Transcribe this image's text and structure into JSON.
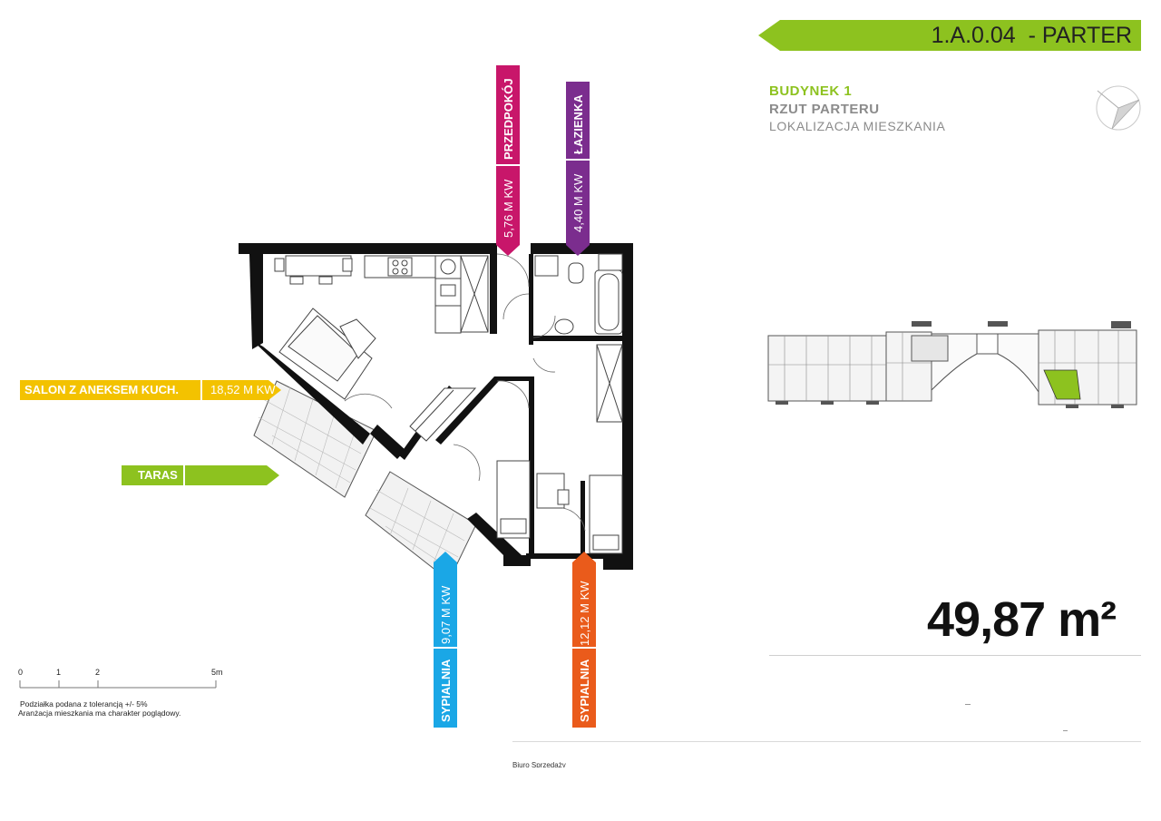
{
  "header": {
    "unit_code": "1.A.0.04",
    "floor_label": "- PARTER",
    "accent_color": "#8dc21f"
  },
  "building": {
    "title": "BUDYNEK 1",
    "subtitle": "RZUT PARTERU",
    "location": "LOKALIZACJA MIESZKANIA"
  },
  "compass_icon": "compass-north-arrow-icon",
  "total_area": {
    "value": "49,87",
    "unit": "m²"
  },
  "rooms": {
    "salon": {
      "label": "SALON Z ANEKSEM KUCH.",
      "area": "18,52 M KW",
      "color": "#f3c200"
    },
    "taras": {
      "label": "TARAS",
      "color": "#8dc21f"
    },
    "przedpokoj": {
      "label": "PRZEDPOKÓJ",
      "area": "5,76 M KW",
      "color": "#c8166a"
    },
    "lazienka": {
      "label": "ŁAZIENKA",
      "area": "4,40 M KW",
      "color": "#7b2d8e"
    },
    "sypialnia1": {
      "label": "SYPIALNIA",
      "area": "9,07 M KW",
      "color": "#1aa7e6"
    },
    "sypialnia2": {
      "label": "SYPIALNIA",
      "area": "12,12 M KW",
      "color": "#ea5b1b"
    }
  },
  "scale": {
    "ticks": [
      "0",
      "1",
      "2",
      "5m"
    ]
  },
  "notes": {
    "line1": "Podziałka podana z tolerancją +/- 5%",
    "line2": "Aranżacja mieszkania ma charakter poglądowy."
  },
  "footer": {
    "office": "Biuro Sprzedaży"
  }
}
